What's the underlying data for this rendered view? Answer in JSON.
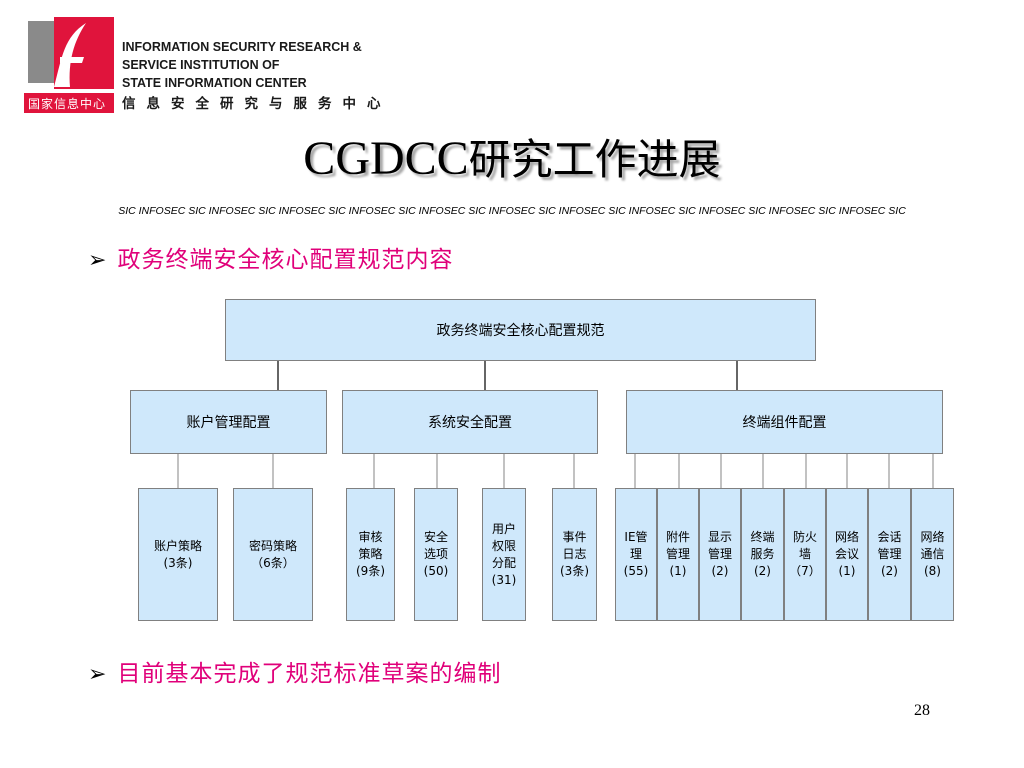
{
  "header": {
    "org_en_lines": [
      "INFORMATION SECURITY RESEARCH &",
      "SERVICE INSTITUTION OF",
      "STATE INFORMATION CENTER"
    ],
    "org_cn": "信息安全研究与服务中心",
    "logo_band_text": "国家信息中心",
    "brand_color": "#e0143c"
  },
  "title": {
    "latin": "CGDCC",
    "cn": "研究工作进展"
  },
  "ticker": "SIC INFOSEC   SIC INFOSEC SIC INFOSEC   SIC INFOSEC SIC INFOSEC   SIC INFOSEC SIC INFOSEC   SIC INFOSEC SIC INFOSEC SIC INFOSEC SIC INFOSEC SIC",
  "bullets": [
    "政务终端安全核心配置规范内容",
    "目前基本完成了规范标准草案的编制"
  ],
  "page_number": "28",
  "diagram": {
    "root": "政务终端安全核心配置规范",
    "groups": [
      {
        "label": "账户管理配置",
        "children": [
          "账户策略\n(3条)",
          "密码策略\n（6条）"
        ]
      },
      {
        "label": "系统安全配置",
        "children": [
          "审核\n策略\n(9条)",
          "安全\n选项\n(50)",
          "用户\n权限\n分配\n(31)",
          "事件\n日志\n(3条)"
        ]
      },
      {
        "label": "终端组件配置",
        "children": [
          "IE管\n理\n(55)",
          "附件\n管理\n(1)",
          "显示\n管理\n(2)",
          "终端\n服务\n(2)",
          "防火\n墙\n（7）",
          "网络\n会议\n(1)",
          "会话\n管理\n(2)",
          "网络\n通信\n(8)"
        ]
      }
    ],
    "node_fill": "#cfe8fb"
  }
}
